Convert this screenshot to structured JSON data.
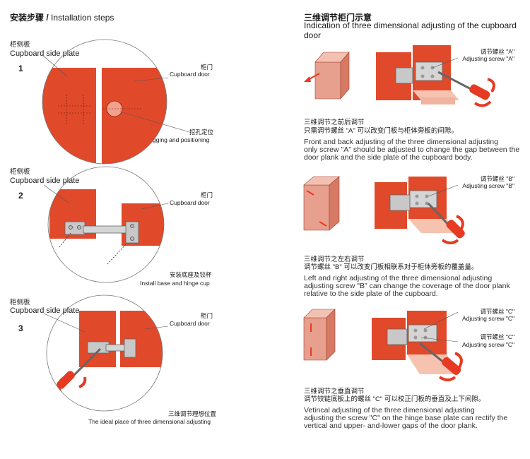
{
  "left": {
    "title_cn": "安装步骤",
    "title_sep": " / ",
    "title_en": "Installation steps",
    "steps": [
      {
        "number": "1",
        "side_cn": "柜侧板",
        "side_en": "Cupboard side plate",
        "door_cn": "柜门",
        "door_en": "Cupboard door",
        "action_cn": "挖孔定位",
        "action_en": "Digging and positioning"
      },
      {
        "number": "2",
        "side_cn": "柜侧板",
        "side_en": "Cupboard side plate",
        "door_cn": "柜门",
        "door_en": "Cupboard door",
        "action_cn": "安装底座及铰杯",
        "action_en": "Install base and hinge cup"
      },
      {
        "number": "3",
        "side_cn": "柜侧板",
        "side_en": "Cupboard side plate",
        "door_cn": "柜门",
        "door_en": "Cupboard door",
        "action_cn": "三维调节理想位置",
        "action_en": "The ideal place of three dimensional adjusting"
      }
    ]
  },
  "right": {
    "title_cn": "三维调节柜门示意",
    "title_en": "Indication of three dimensional adjusting of the cupboard door",
    "sections": [
      {
        "screw_cn": "调节螺丝 \"A\"",
        "screw_en": "Adjusting screw \"A\"",
        "desc_cn_1": "三维调节之前后调节",
        "desc_cn_2": "只需调节螺丝 \"A\" 可以改变门板与柜体旁板的间隙。",
        "desc_en_1": "Front and back adjusting of the three dimensional adjusting",
        "desc_en_2": "only screw \"A\" should be adjusted to change the gap between the",
        "desc_en_3": "door plank and the side plate of the cupboard body."
      },
      {
        "screw_cn": "调节螺丝 \"B\"",
        "screw_en": "Adjusting screw \"B\"",
        "desc_cn_1": "三维调节之左右调节",
        "desc_cn_2": "调节螺丝 \"B\" 可以改变门板相联系对于柜体旁板的覆盖量。",
        "desc_en_1": "Left and right adjusting of the three dimensional adjusting",
        "desc_en_2": "adjusting screw \"B\" can change the coverage of the door plank",
        "desc_en_3": "relative to the side plate of the cupboard."
      },
      {
        "screw_cn": "调节螺丝 \"C\"",
        "screw_en": "Adjusting screw \"C\"",
        "screw2_cn": "调节螺丝 \"C\"",
        "screw2_en": "Adjusting screw \"C\"",
        "desc_cn_1": "三维调节之垂直调节",
        "desc_cn_2": "调节铰链底板上的螺丝 \"C\" 可以校正门板的垂直及上下间隙。",
        "desc_en_1": "Vetincal adjusting of the three dimensional adjusting",
        "desc_en_2": "adjusting the screw \"C\" on the hinge base plate can rectify the",
        "desc_en_3": "vertical and upper- and-lower gaps of the door plank."
      }
    ]
  },
  "colors": {
    "panel": "#e0492a",
    "panel_dark": "#b83218",
    "box_front": "#e8a08e",
    "box_side": "#d77a65",
    "board": "#f5c3b0",
    "metal": "#c8c8c8",
    "arrow": "#e63a22",
    "leader": "#555555"
  }
}
